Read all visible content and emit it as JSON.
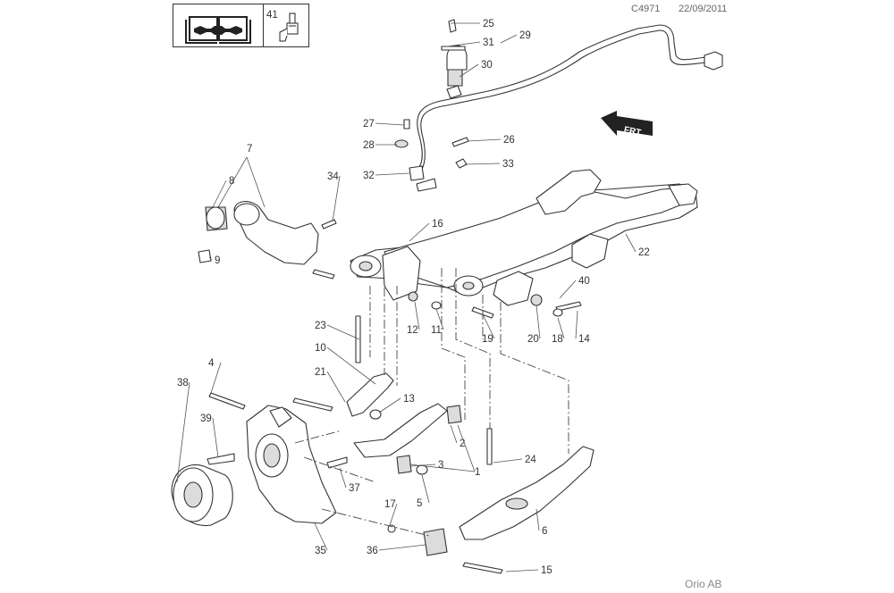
{
  "header": {
    "doc_code": "C4971",
    "date": "22/09/2011"
  },
  "manual_box": {
    "book_icon": "open-book-with-wrench-icon",
    "part_number": "41",
    "tool_icon": "grease-gun-icon"
  },
  "direction_arrow": {
    "label": "FRT"
  },
  "footer": {
    "copyright": "Orio AB"
  },
  "callouts": [
    "25",
    "31",
    "29",
    "30",
    "27",
    "26",
    "28",
    "33",
    "32",
    "7",
    "8",
    "34",
    "16",
    "9",
    "22",
    "40",
    "23",
    "12",
    "11",
    "19",
    "20",
    "18",
    "14",
    "10",
    "21",
    "4",
    "13",
    "38",
    "39",
    "2",
    "3",
    "1",
    "24",
    "37",
    "5",
    "17",
    "6",
    "35",
    "36",
    "15"
  ]
}
